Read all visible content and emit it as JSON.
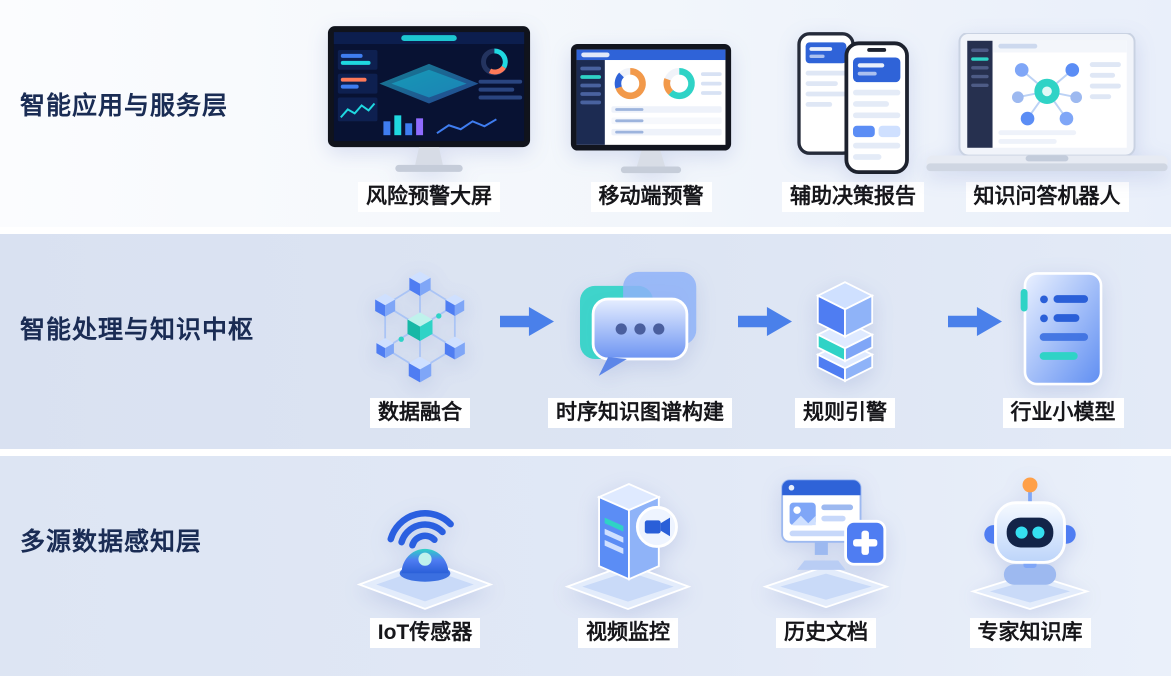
{
  "layers": {
    "app": {
      "label": "智能应用与服务层",
      "items": [
        {
          "caption": "风险预警大屏",
          "icon": "risk-dashboard-monitor-icon"
        },
        {
          "caption": "移动端预警",
          "icon": "mobile-alert-monitor-icon"
        },
        {
          "caption": "辅助决策报告",
          "icon": "decision-report-phones-icon"
        },
        {
          "caption": "知识问答机器人",
          "icon": "qa-robot-laptop-icon"
        }
      ]
    },
    "processing": {
      "label": "智能处理与知识中枢",
      "items": [
        {
          "caption": "数据融合",
          "icon": "data-fusion-network-icon"
        },
        {
          "caption": "时序知识图谱构建",
          "icon": "knowledge-graph-chat-icon"
        },
        {
          "caption": "规则引警",
          "icon": "rule-engine-cube-icon"
        },
        {
          "caption": "行业小模型",
          "icon": "industry-model-document-icon"
        }
      ]
    },
    "perception": {
      "label": "多源数据感知层",
      "items": [
        {
          "caption": "IoT传感器",
          "icon": "iot-sensor-icon"
        },
        {
          "caption": "视频监控",
          "icon": "video-surveillance-icon"
        },
        {
          "caption": "历史文档",
          "icon": "history-documents-icon"
        },
        {
          "caption": "专家知识库",
          "icon": "expert-knowledge-robot-icon"
        }
      ]
    }
  },
  "colors": {
    "accent_blue": "#2f63d8",
    "mid_blue": "#5b8df5",
    "light_blue": "#8fb3f8",
    "teal": "#2fd3c6",
    "navy_text": "#1a2c54",
    "band_app": "#f2f6fb",
    "band_processing": "#dde5f3",
    "band_perception": "#e1e8f6",
    "arrow": "#4a80ea",
    "orange": "#ffa048",
    "caption_bg": "#ffffff"
  }
}
